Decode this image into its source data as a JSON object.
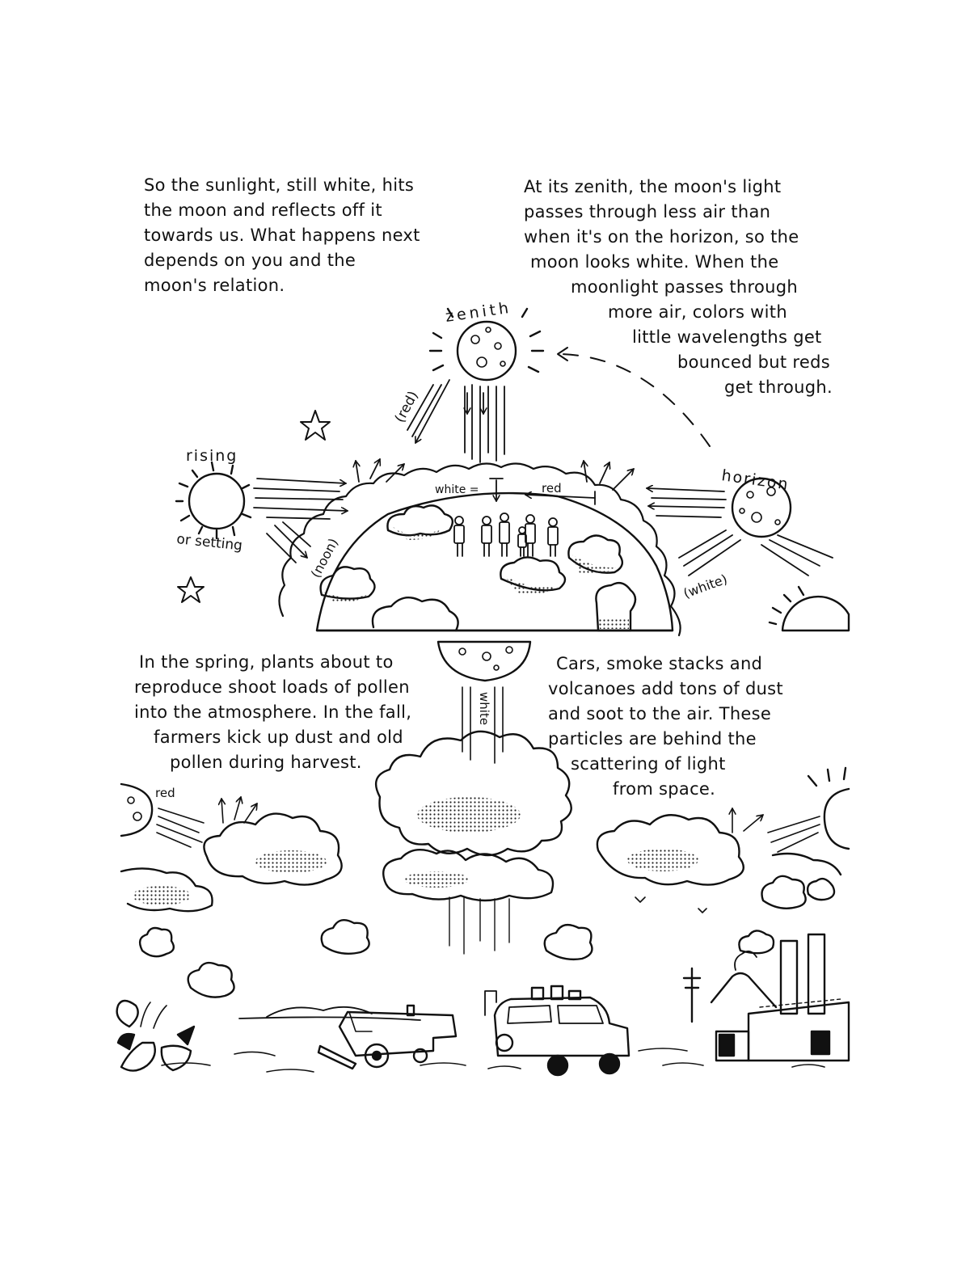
{
  "captions": {
    "top_left": [
      "So the sunlight, still white, hits",
      "the moon and reflects off it",
      "towards us. What happens next",
      "depends on you and the",
      "moon's relation."
    ],
    "top_right": [
      "At its zenith, the moon's light",
      "passes through less air than",
      "when it's on the horizon, so the",
      "moon looks white. When the",
      "moonlight passes through",
      "more air, colors with",
      "little wavelengths get",
      "bounced but reds",
      "get through."
    ],
    "bottom_left": [
      "In the spring, plants about to",
      "reproduce shoot loads of pollen",
      "into the atmosphere. In the fall,",
      "farmers kick up dust and old",
      "pollen during harvest."
    ],
    "bottom_right": [
      "Cars, smoke stacks and",
      "volcanoes add tons of dust",
      "and soot to the air. These",
      "particles are behind the",
      "scattering of light",
      "from space."
    ]
  },
  "labels": {
    "zenith": "zenith",
    "rising": "rising",
    "or_setting": "or setting",
    "horizon": "horizon",
    "red_zenith": "(red)",
    "noon": "(noon)",
    "white_horizon": "(white)",
    "white_eq": "white =",
    "red_arrow": "red",
    "white_vertical": "white",
    "red_bottom": "red"
  }
}
